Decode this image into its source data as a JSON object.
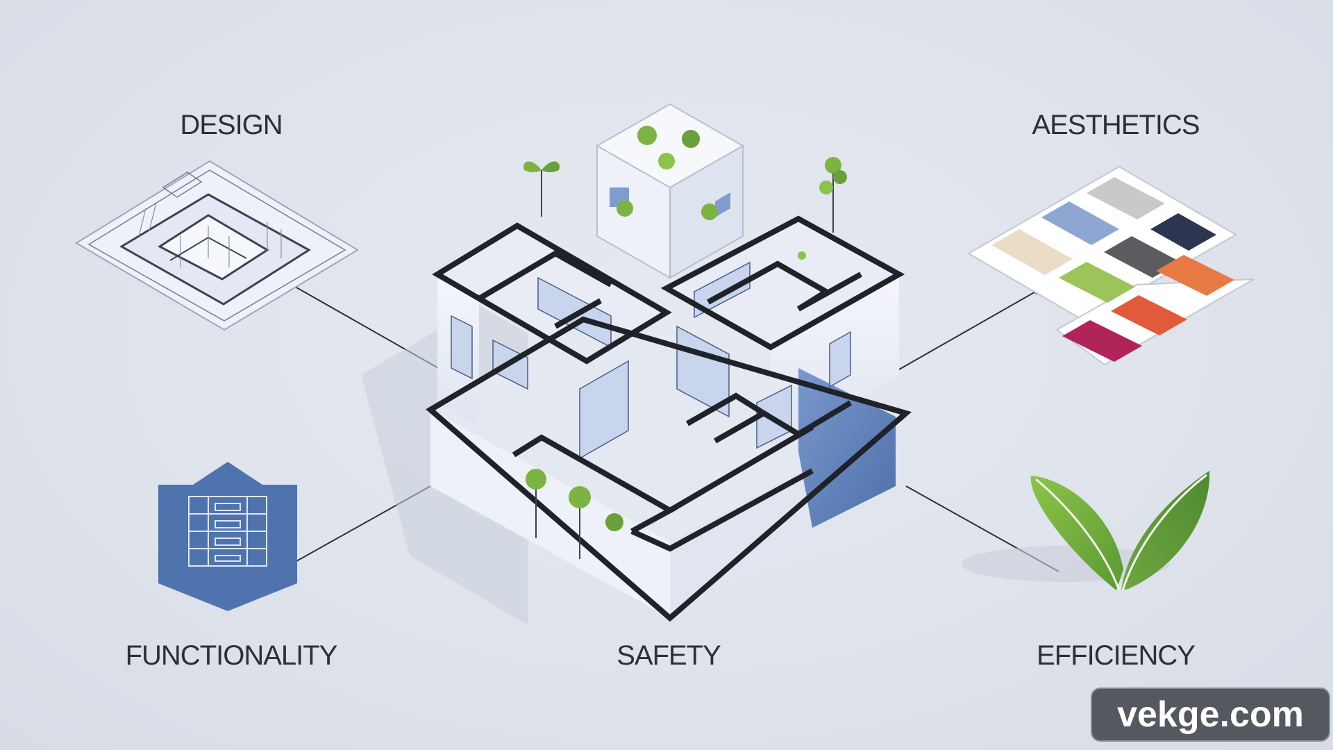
{
  "labels": {
    "design": "DESIGN",
    "aesthetics": "AESTHETICS",
    "functionality": "FUNCTIONALITY",
    "safety": "SAFETY",
    "efficiency": "EFFICIENCY"
  },
  "watermark": "vekge.com",
  "colors": {
    "background": "#dde1ea",
    "wall_outline": "#1f2228",
    "glass_blue": "#5577b3",
    "shield_blue": "#4f73ad",
    "leaf_light": "#7cb342",
    "leaf_dark": "#5b8f3a"
  },
  "swatches": [
    "#c9c9c9",
    "#2d3650",
    "#8ea7d2",
    "#5a5c60",
    "#eadcc7",
    "#9cc45a",
    "#e87a44",
    "#e25a3c",
    "#b0245a"
  ],
  "icons": [
    "floor-plan-icon",
    "color-palette-icon",
    "shield-icon",
    "leaf-icon",
    "building-icon"
  ]
}
